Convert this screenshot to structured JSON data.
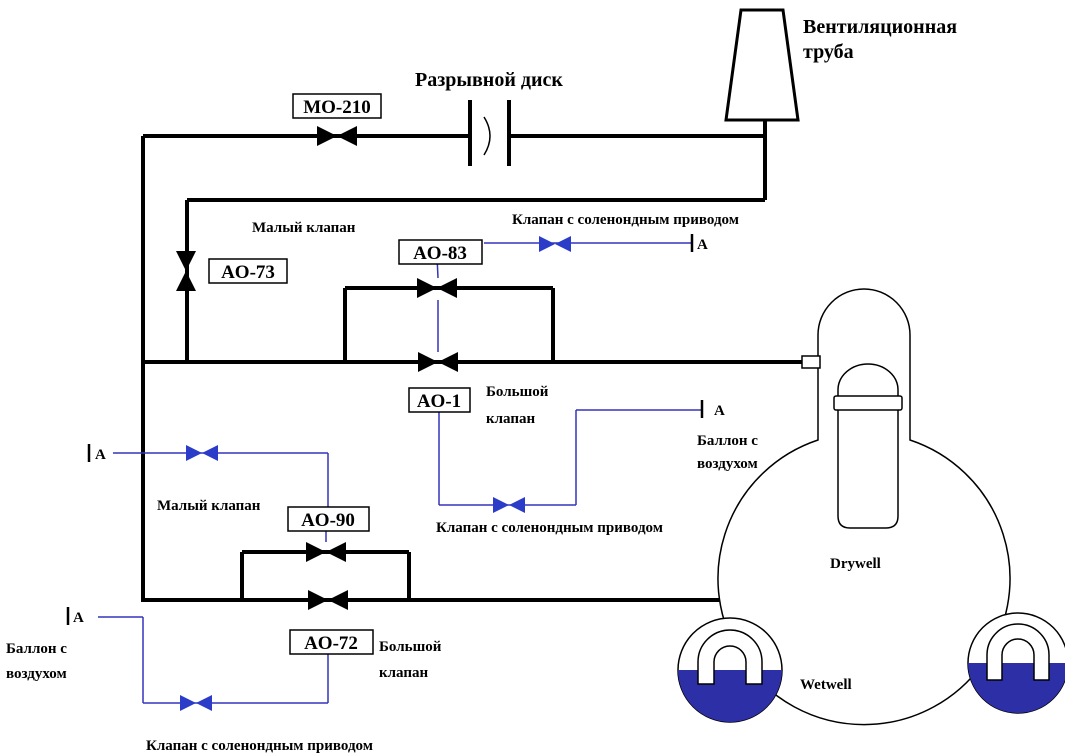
{
  "labels": {
    "vent_stack": [
      "Вентиляционная",
      "труба"
    ],
    "rupture_disk": "Разрывной диск",
    "small_valve": "Малый клапан",
    "large_valve": [
      "Большой",
      "клапан"
    ],
    "solenoid_valve": "Клапан с соленондным приводом",
    "air_bottle": [
      "Баллон с",
      "воздухом"
    ],
    "air_supply": "A",
    "drywell": "Drywell",
    "wetwell": "Wetwell"
  },
  "valves": {
    "mo210": "MO-210",
    "ao73": "AO-73",
    "ao83": "AO-83",
    "ao1": "AO-1",
    "ao90": "AO-90",
    "ao72": "AO-72"
  },
  "colors": {
    "pipe": "#000000",
    "air_line": "#3333bb",
    "solenoid_valve": "#2a3cc8",
    "water": "#2c2fa6"
  }
}
